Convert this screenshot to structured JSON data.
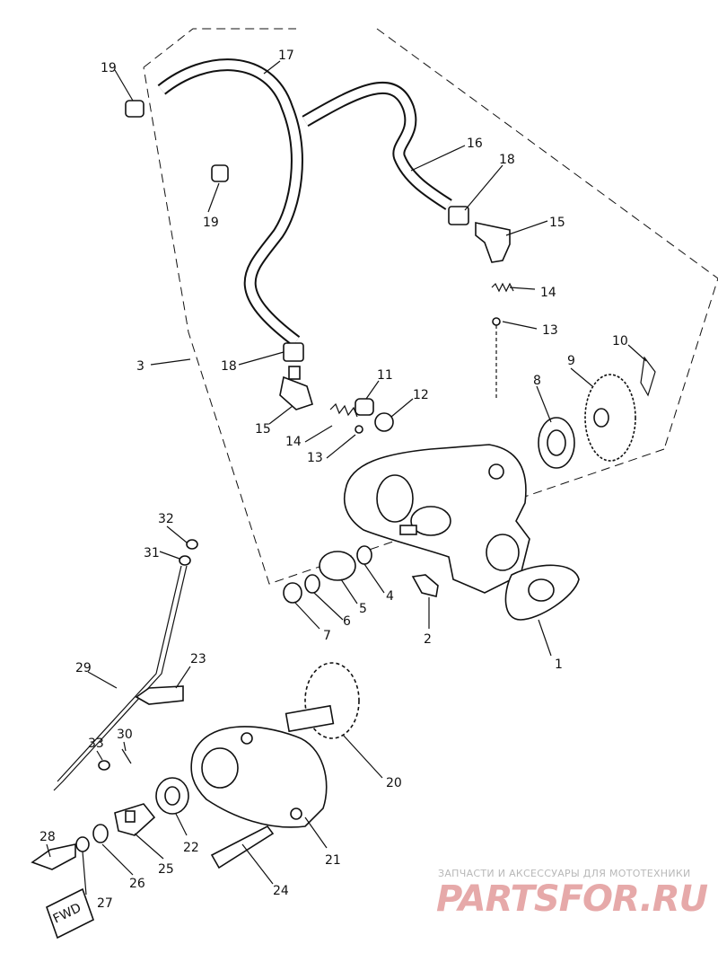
{
  "callouts": [
    "1",
    "2",
    "3",
    "4",
    "5",
    "6",
    "7",
    "8",
    "9",
    "10",
    "11",
    "12",
    "13",
    "14",
    "14",
    "13",
    "15",
    "15",
    "16",
    "17",
    "18",
    "18",
    "19",
    "19",
    "20",
    "21",
    "22",
    "23",
    "24",
    "25",
    "26",
    "27",
    "28",
    "29",
    "30",
    "31",
    "32",
    "33"
  ],
  "fwd_label": "FWD",
  "watermark": {
    "tagline": "ЗАПЧАСТИ И АКСЕССУАРЫ ДЛЯ МОТОТЕХНИКИ",
    "logo": "PARTSFOR.RU"
  }
}
